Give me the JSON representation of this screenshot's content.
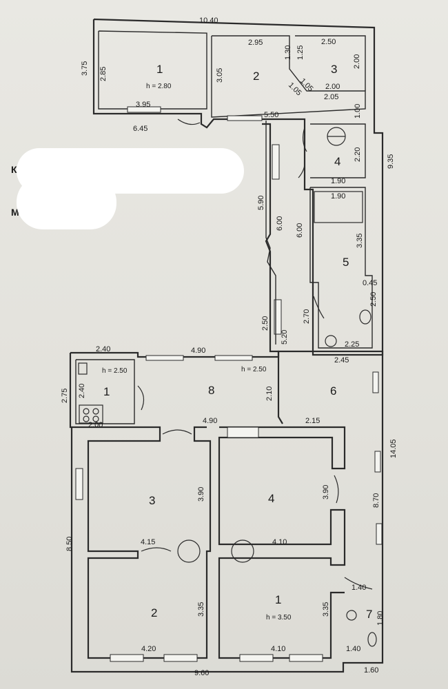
{
  "dimensions": {
    "top_width": "10.40",
    "left_upper_height": "3.75",
    "right_upper_height": "9.35",
    "right_lower_height": "14.05",
    "bottom_width": "9.60",
    "bottom_right": "1.60",
    "left_lower_height": "8.50",
    "r1_inner_height": "2.85",
    "r1_width": "3.95",
    "r1_outer": "6.45",
    "r2_top": "2.95",
    "r2_height": "3.05",
    "r2_bottom": "5.50",
    "r3_a": "1.30",
    "r3_b": "1.25",
    "r3_top": "2.50",
    "r3_height": "2.00",
    "r3_diag1": "1.05",
    "r3_diag2": "1.05",
    "r3_w1": "2.00",
    "r3_w2": "2.05",
    "r3_side": "1.00",
    "r4_height": "2.20",
    "r4_width": "1.90",
    "corr_upper": "5.90",
    "corr_mid": "6.00",
    "r5_left": "6.00",
    "r5_top": "1.90",
    "r5_height": "3.35",
    "r5_small": "0.45",
    "r5_wc": "2.50",
    "r5_lower_left": "2.70",
    "r5_bottom": "2.25",
    "r6_top": "2.45",
    "corr_lower_a": "2.50",
    "corr_lower_b": "5.20",
    "corr_lower_c": "2.10",
    "k1_top": "2.40",
    "k1_height_out": "2.75",
    "k1_height_in": "2.40",
    "k1_bottom": "2.00",
    "r8_top": "4.90",
    "r8_bottom": "4.90",
    "r4l_top": "2.15",
    "r4l_height": "3.90",
    "r3l_height": "3.90",
    "r3l_bottom": "4.15",
    "r4l_bottom": "4.10",
    "right_wall": "8.70",
    "r2l_height": "3.35",
    "r2l_bottom": "4.20",
    "r1l_height": "3.35",
    "r1l_bottom": "4.10",
    "r7_top": "1.40",
    "r7_side": "1.80",
    "r7_bottom": "1.40"
  },
  "rooms": {
    "u1": "1",
    "u2": "2",
    "u3": "3",
    "u4": "4",
    "u5": "5",
    "k1": "1",
    "r8": "8",
    "r6": "6",
    "l3": "3",
    "l4": "4",
    "l2": "2",
    "l1": "1",
    "r7": "7"
  },
  "heights": {
    "upper_r1": "h = 2.80",
    "kitchen": "h = 2.50",
    "hall": "h = 2.50",
    "lower_r1": "h = 3.50"
  },
  "edge_letters": [
    "К",
    "М"
  ]
}
